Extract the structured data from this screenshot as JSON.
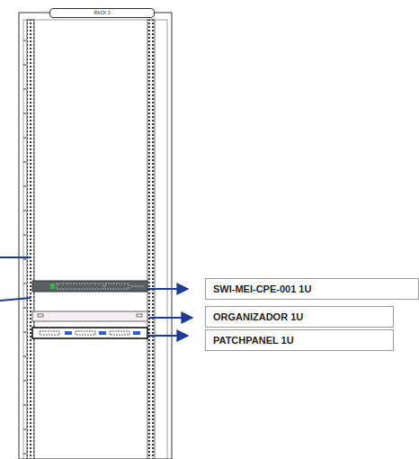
{
  "diagram": {
    "nodes": [
      {
        "text": [
          "RACK 3"
        ]
      },
      {
        "text": [
          "SWI-MEI-CPE-001 1U"
        ]
      },
      {
        "text": [
          "ORGANIZADOR 1U"
        ]
      },
      {
        "text": [
          "PATCHPANEL 1U"
        ]
      }
    ]
  }
}
